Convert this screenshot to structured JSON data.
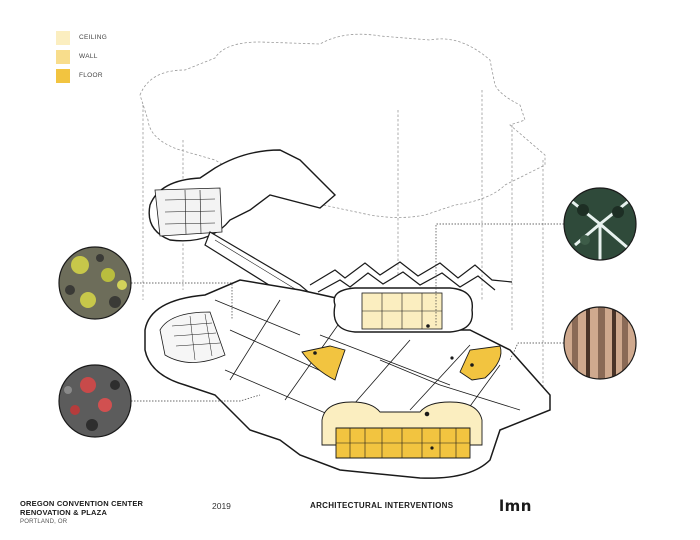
{
  "legend": {
    "items": [
      {
        "label": "CEILING",
        "color": "#fbeec0"
      },
      {
        "label": "WALL",
        "color": "#f8dd8c"
      },
      {
        "label": "FLOOR",
        "color": "#f2c440"
      }
    ]
  },
  "footer": {
    "project_line1": "OREGON CONVENTION CENTER",
    "project_line2": "RENOVATION & PLAZA",
    "location": "PORTLAND, OR",
    "year": "2019",
    "sheet_title": "ARCHITECTURAL INTERVENTIONS",
    "logo": "lmn"
  },
  "material_swatches": [
    {
      "name": "lichen-texture-swatch",
      "colors": [
        "#6d6d5a",
        "#c7c74a",
        "#3a3a36"
      ]
    },
    {
      "name": "red-mineral-swatch",
      "colors": [
        "#5c5c5c",
        "#c84a4a",
        "#2e2e2e"
      ]
    },
    {
      "name": "forest-canopy-swatch",
      "colors": [
        "#2f4a3a",
        "#e8f2ef",
        "#1d2e24"
      ]
    },
    {
      "name": "tree-trunks-swatch",
      "colors": [
        "#8a6a56",
        "#cfa98e",
        "#4a3428"
      ]
    }
  ]
}
